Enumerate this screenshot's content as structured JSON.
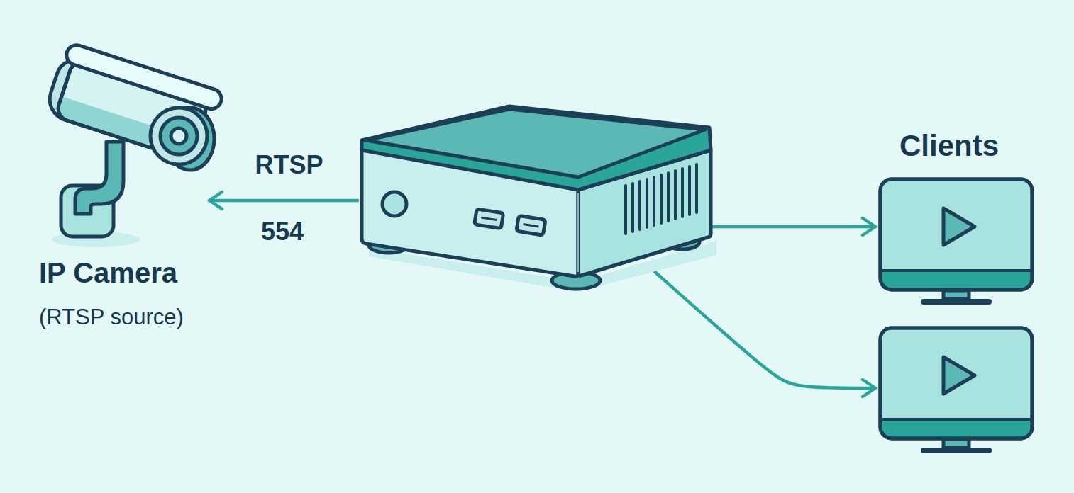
{
  "diagram": {
    "nodes": [
      {
        "text": [
          "IP Camera",
          "(RTSP source)"
        ]
      },
      {
        "text": []
      },
      {
        "text": []
      },
      {
        "text": []
      }
    ],
    "edges": [
      {
        "from": 1,
        "to": 0,
        "arrow": "to",
        "label": "RTSP"
      },
      {
        "from": 1,
        "to": 2,
        "arrow": "to"
      },
      {
        "from": 1,
        "to": 3,
        "arrow": "to"
      }
    ],
    "labels": [
      "554",
      "Clients"
    ]
  }
}
